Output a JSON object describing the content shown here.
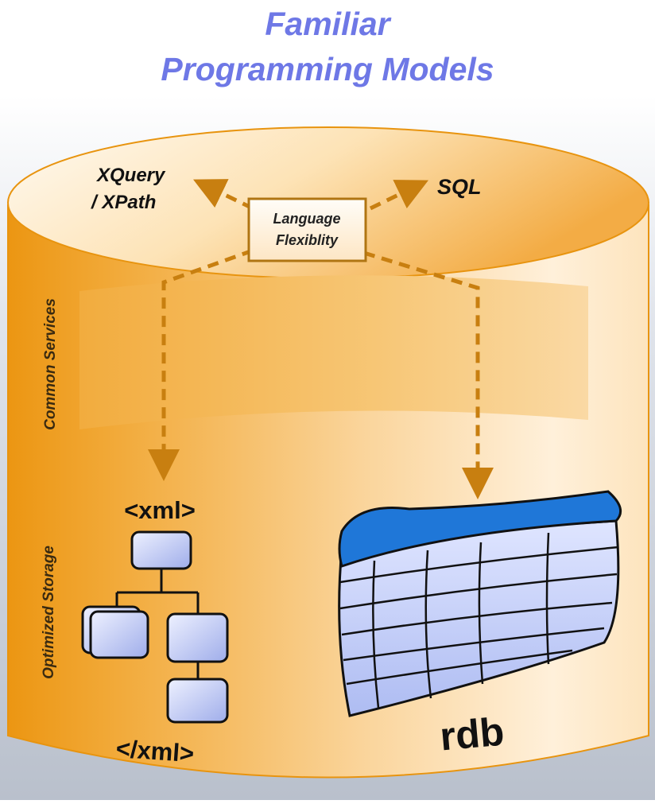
{
  "title": {
    "line1": "Familiar",
    "line2": "Programming Models"
  },
  "top": {
    "xquery_line1": "XQuery",
    "xquery_line2": "/ XPath",
    "sql": "SQL",
    "language_line1": "Language",
    "language_line2": "Flexiblity"
  },
  "side": {
    "common_services": "Common Services",
    "optimized_storage": "Optimized Storage"
  },
  "storage": {
    "xml_open": "<xml>",
    "xml_close": "</xml>",
    "rdb": "rdb"
  },
  "colors": {
    "title": "#6e78e6",
    "orange": "#f0a020",
    "orange_dark": "#e08a10",
    "arrow": "#c87f10",
    "table_header": "#1f77d8",
    "node_fill": "#c4cdf4"
  }
}
